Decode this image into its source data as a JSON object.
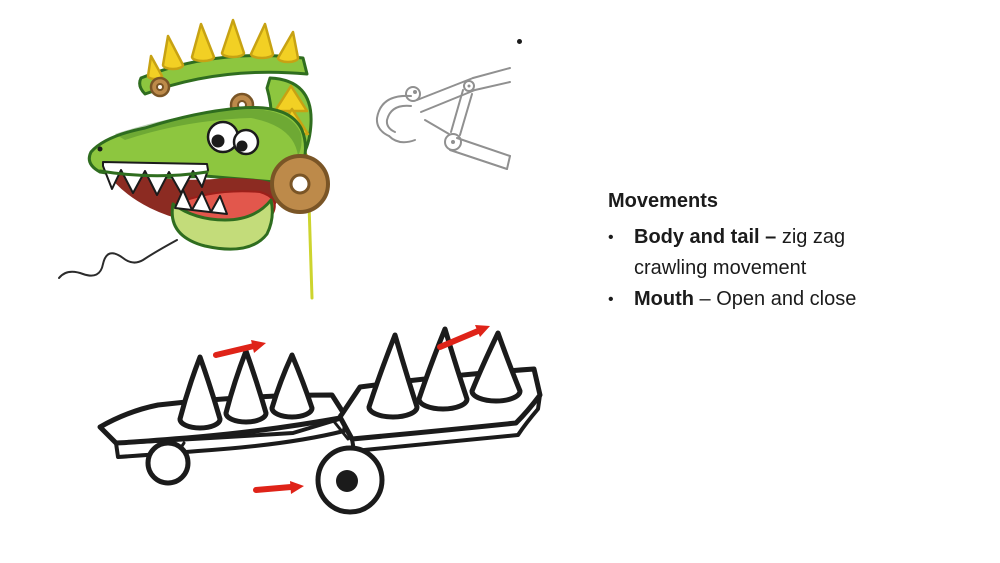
{
  "slide": {
    "text_panel": {
      "heading": "Movements",
      "bullet_char": "•",
      "bullets": [
        {
          "bold": "Body and tail – ",
          "text": "zig zag crawling movement"
        },
        {
          "bold": "Mouth",
          "text": " – Open and close"
        }
      ]
    },
    "illustrations": {
      "dragon": "cartoon crocodile-dragon head toy with googly eyes, open toothy mouth, yellow spikes and brown wheels",
      "mechanism": "light pencil sketch of a gripper linkage mechanism",
      "cart": "black ink sketch of a two-part spiked crawler cart with wheels and red motion arrows"
    },
    "colors": {
      "background": "#ffffff",
      "text": "#1b1b1b",
      "green": "#8dc63f",
      "dark_green": "#2f6d1f",
      "light_green": "#c3dc7a",
      "spike_yellow": "#f2d024",
      "spike_edge": "#c7a213",
      "wheel_brown": "#bd8a4a",
      "wheel_edge": "#7a5526",
      "mouth_red": "#8c2b22",
      "tongue_red": "#e2574c",
      "arrow_red": "#df2318",
      "ink": "#1b1b1b",
      "sketch_gray": "#909090",
      "wire": "#2b2b2b",
      "lime_line": "#cdd42e"
    }
  }
}
